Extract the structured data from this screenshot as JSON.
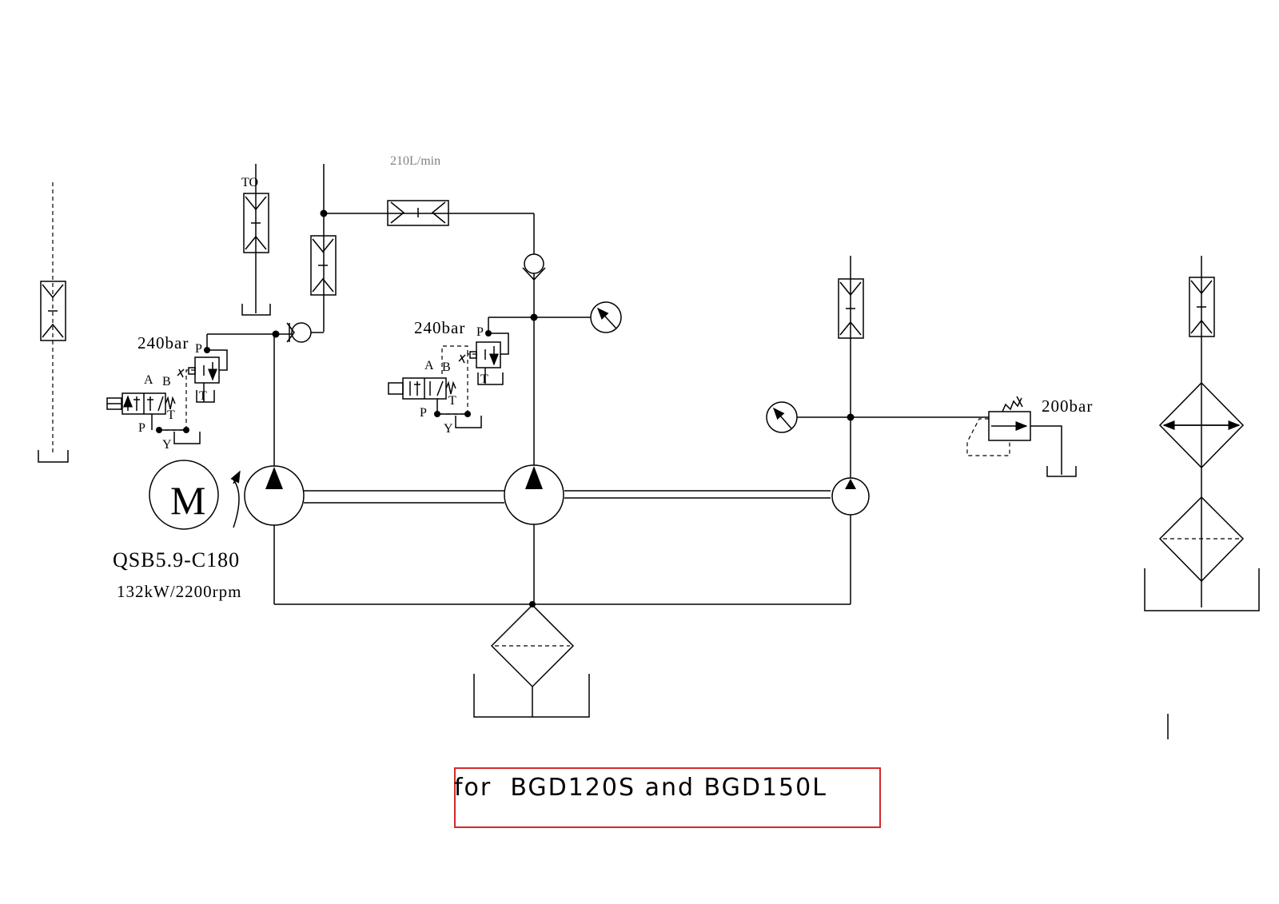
{
  "labels": {
    "to_tank": "TO",
    "relief_left": "240bar",
    "relief_mid": "240bar",
    "relief_right": "200bar",
    "motor_letter": "M",
    "engine_model": "QSB5.9-C180",
    "engine_rating": "132kW/2200rpm",
    "port_p": "P",
    "port_t": "T",
    "port_a": "A",
    "port_b": "B",
    "port_y": "Y",
    "flow_cut": "210L/min"
  },
  "caption": "for  BGD120S and BGD150L",
  "colors": {
    "line": "#000000",
    "caption_border": "#d42a2a"
  }
}
